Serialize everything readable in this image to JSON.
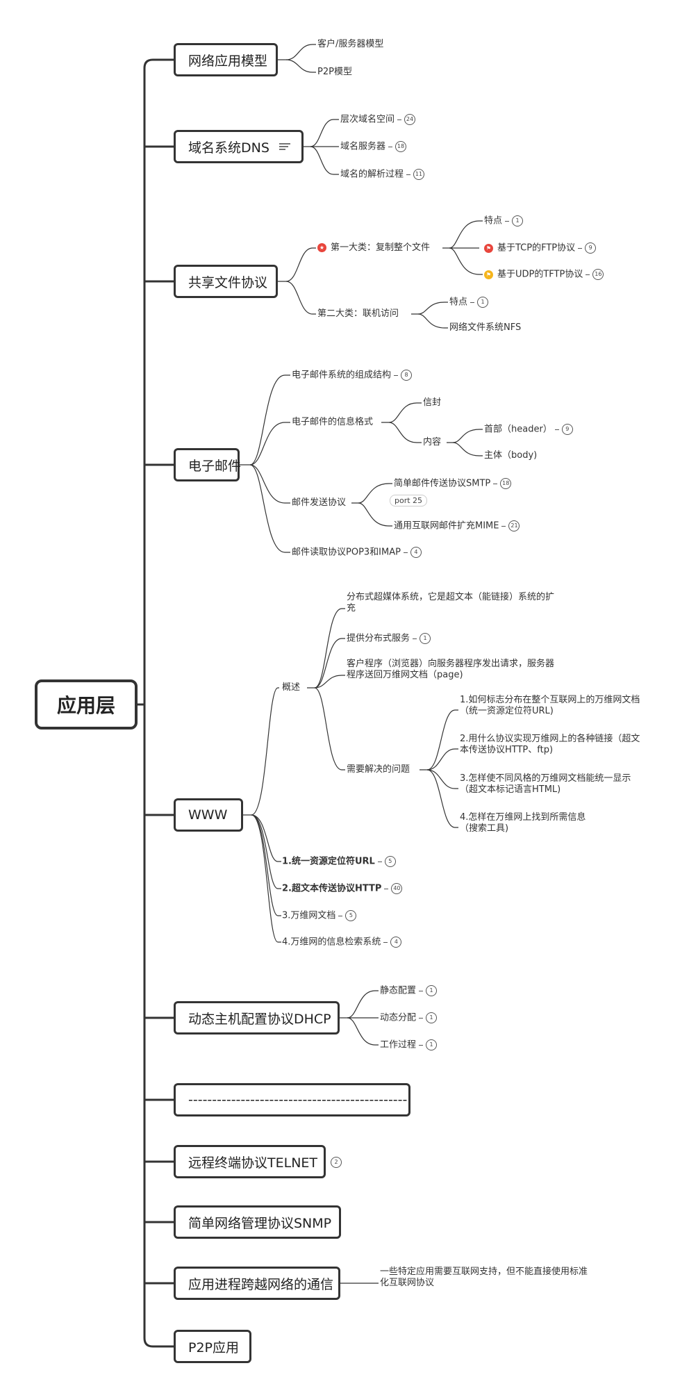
{
  "root": "应用层",
  "branches": {
    "b1": "网络应用模型",
    "b2": "域名系统DNS",
    "b3": "共享文件协议",
    "b4": "电子邮件",
    "b5": "WWW",
    "b6": "动态主机配置协议DHCP",
    "b7": "----------------------------------------------",
    "b8": "远程终端协议TELNET",
    "b9": "简单网络管理协议SNMP",
    "b10": "应用进程跨越网络的通信",
    "b11": "P2P应用"
  },
  "model": {
    "c1": "客户/服务器模型",
    "c2": "P2P模型"
  },
  "dns": {
    "c1": "层次域名空间",
    "n1": "24",
    "c2": "域名服务器",
    "n2": "18",
    "c3": "域名的解析过程",
    "n3": "11"
  },
  "share": {
    "c1": "第一大类：复制整个文件",
    "c1a": "特点",
    "n1a": "1",
    "c1b": "基于TCP的FTP协议",
    "n1b": "9",
    "c1c": "基于UDP的TFTP协议",
    "n1c": "16",
    "c2": "第二大类：联机访问",
    "c2a": "特点",
    "n2a": "1",
    "c2b": "网络文件系统NFS"
  },
  "mail": {
    "c1": "电子邮件系统的组成结构",
    "n1": "8",
    "c2": "电子邮件的信息格式",
    "c2a": "信封",
    "c2b": "内容",
    "c2b1": "首部（header）",
    "n2b1": "9",
    "c2b2": "主体（body)",
    "c3": "邮件发送协议",
    "c3a": "简单邮件传送协议SMTP",
    "n3a": "18",
    "c3tag": "port 25",
    "c3b": "通用互联网邮件扩充MIME",
    "n3b": "21",
    "c4": "邮件读取协议POP3和IMAP",
    "n4": "4"
  },
  "www": {
    "overview": "概述",
    "o1": "分布式超媒体系统，它是超文本（能链接）系统的扩充",
    "o2": "提供分布式服务",
    "no2": "1",
    "o3": "客户程序（浏览器）向服务器程序发出请求，服务器程序送回万维网文档（page)",
    "problems": "需要解决的问题",
    "p1": "1.如何标志分布在整个互联网上的万维网文档（统一资源定位符URL)",
    "p2": "2.用什么协议实现万维网上的各种链接（超文本传送协议HTTP、ftp)",
    "p3": "3.怎样使不同风格的万维网文档能统一显示（超文本标记语言HTML)",
    "p4": "4.怎样在万维网上找到所需信息（搜索工具)",
    "c2": "1.统一资源定位符URL",
    "n2": "5",
    "c3": "2.超文本传送协议HTTP",
    "n3": "40",
    "c4": "3.万维网文档",
    "n4": "5",
    "c5": "4.万维网的信息检索系统",
    "n5": "4"
  },
  "dhcp": {
    "c1": "静态配置",
    "n1": "1",
    "c2": "动态分配",
    "n2": "1",
    "c3": "工作过程",
    "n3": "1"
  },
  "telnet": {
    "n": "2"
  },
  "ipc": {
    "c1": "一些特定应用需要互联网支持，但不能直接使用标准化互联网协议"
  },
  "colors": {
    "red_mark": "#e8453c",
    "yellow_mark": "#f5b51d",
    "line": "#333333"
  }
}
